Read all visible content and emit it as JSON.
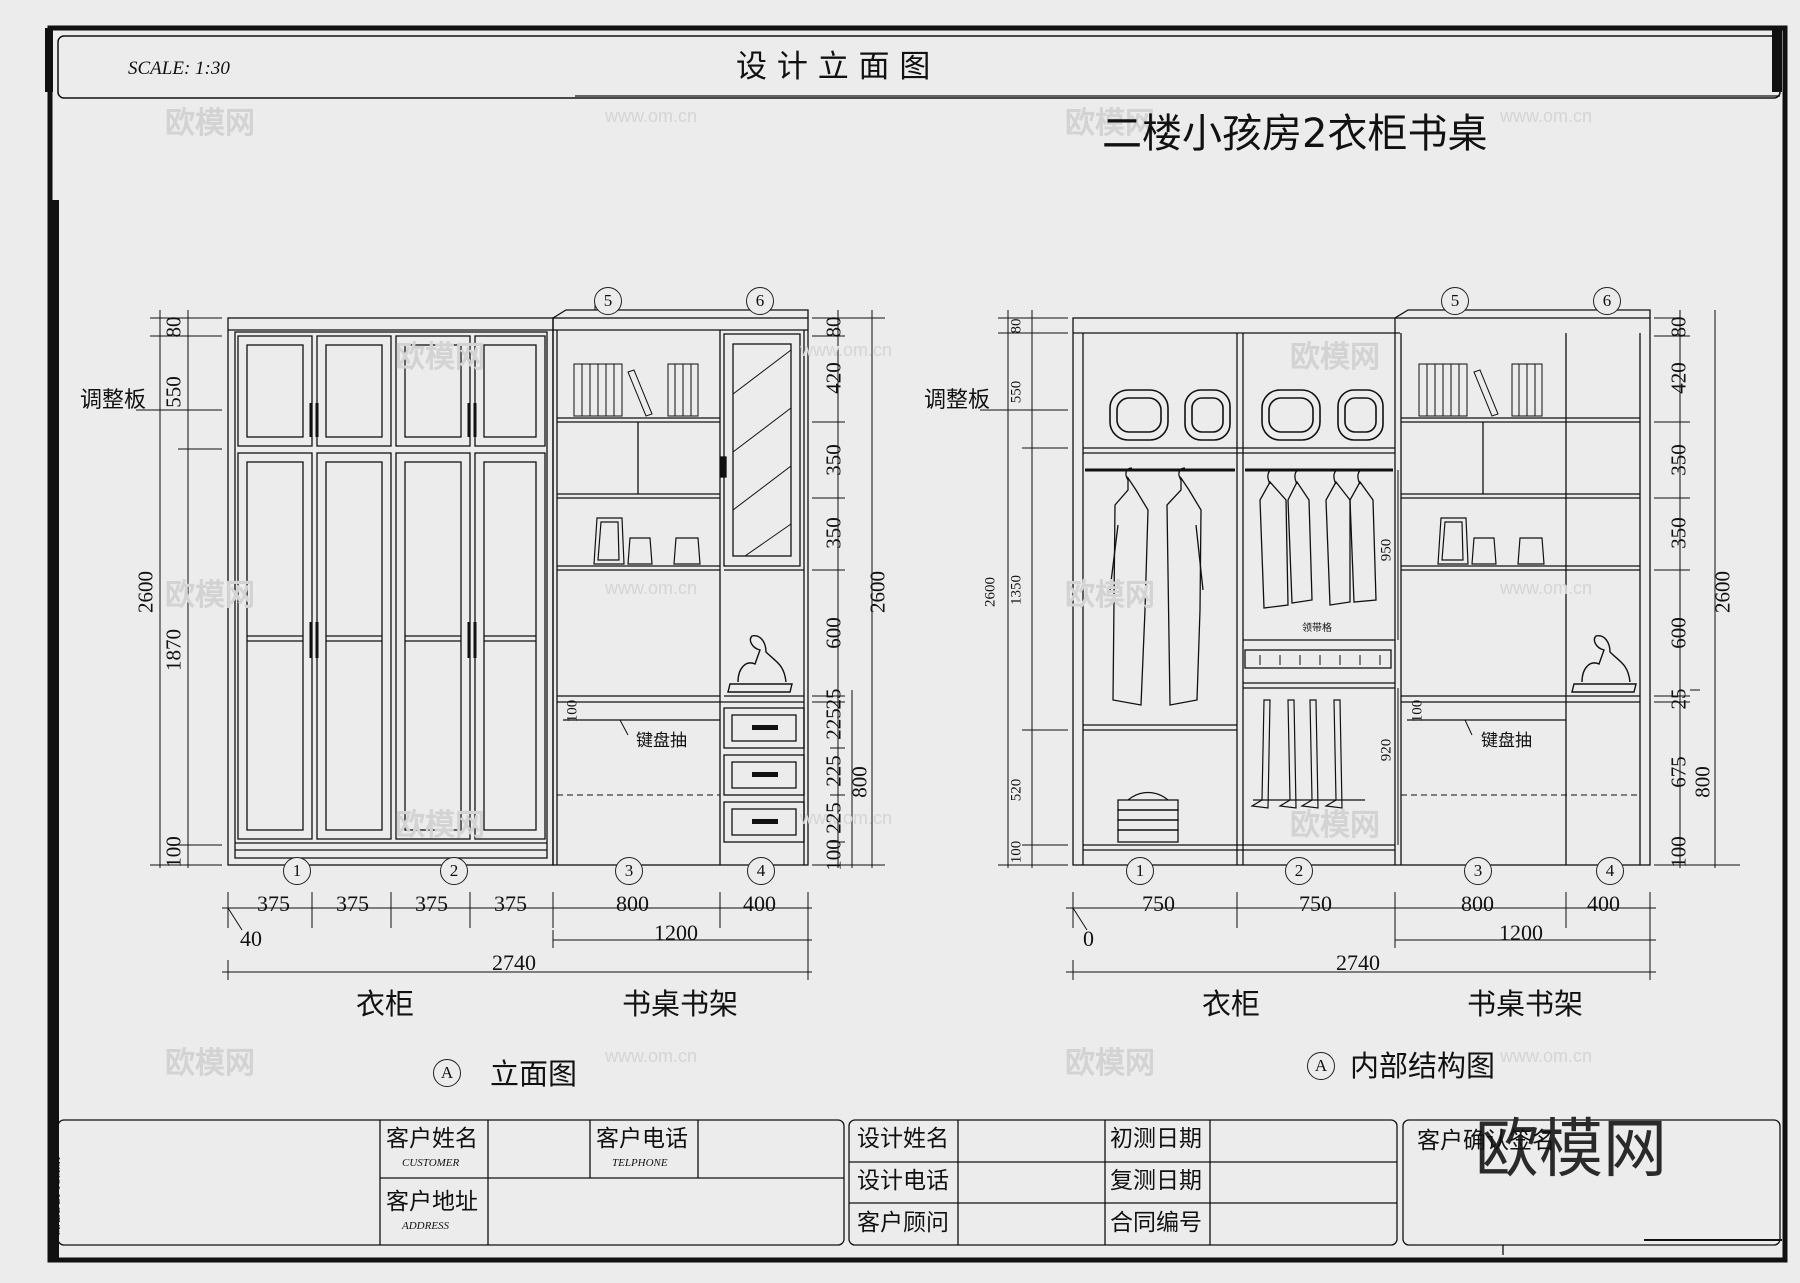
{
  "header": {
    "scale": "SCALE:  1:30",
    "sheet_title": "设  计  立  面  图",
    "drawing_title": "二楼小孩房2衣柜书桌",
    "made_by": "MADE BY TOMMY"
  },
  "left_view": {
    "caption_marker": "A",
    "caption": "立面图",
    "label_wardrobe": "衣柜",
    "label_desk": "书桌书架",
    "label_adjust": "调整板",
    "label_keyboard": "键盘抽",
    "axes_top": [
      "5",
      "6"
    ],
    "axes_bottom": [
      "1",
      "2",
      "3",
      "4"
    ],
    "left_dims": {
      "total": "2600",
      "parts": [
        "80",
        "550",
        "1870",
        "100"
      ]
    },
    "right_dims": {
      "total": "2600",
      "parts": [
        "80",
        "420",
        "350",
        "350",
        "600",
        "25",
        "100",
        "225",
        "225",
        "225",
        "100",
        "800"
      ]
    },
    "bottom_dims": {
      "segments": [
        "375",
        "375",
        "375",
        "375",
        "800",
        "400"
      ],
      "offset": "40",
      "desk_total": "1200",
      "total": "2740"
    }
  },
  "right_view": {
    "caption_marker": "A",
    "caption": "内部结构图",
    "label_wardrobe": "衣柜",
    "label_desk": "书桌书架",
    "label_adjust": "调整板",
    "label_keyboard": "键盘抽",
    "label_tie_rack": "领带格",
    "axes_top": [
      "5",
      "6"
    ],
    "axes_bottom": [
      "1",
      "2",
      "3",
      "4"
    ],
    "left_dims": {
      "total": "2600",
      "parts": [
        "80",
        "550",
        "1350",
        "520",
        "100"
      ]
    },
    "inner_dims": [
      "950",
      "920",
      "100"
    ],
    "right_dims": {
      "total": "2600",
      "parts": [
        "80",
        "420",
        "350",
        "350",
        "600",
        "25",
        "675",
        "100",
        "800"
      ]
    },
    "bottom_dims": {
      "segments": [
        "750",
        "750",
        "800",
        "400"
      ],
      "offset": "0",
      "desk_total": "1200",
      "total": "2740"
    }
  },
  "title_block": {
    "customer_name": "客户姓名",
    "customer_name_en": "CUSTOMER",
    "customer_phone": "客户电话",
    "customer_phone_en": "TELPHONE",
    "customer_address": "客户地址",
    "customer_address_en": "ADDRESS",
    "designer_name": "设计姓名",
    "designer_phone": "设计电话",
    "customer_advisor": "客户顾问",
    "first_measure_date": "初测日期",
    "remeasure_date": "复测日期",
    "contract_no": "合同编号",
    "customer_confirm": "客户确认签名"
  },
  "watermarks": {
    "brand": "欧模网",
    "url": "www.om.cn"
  }
}
